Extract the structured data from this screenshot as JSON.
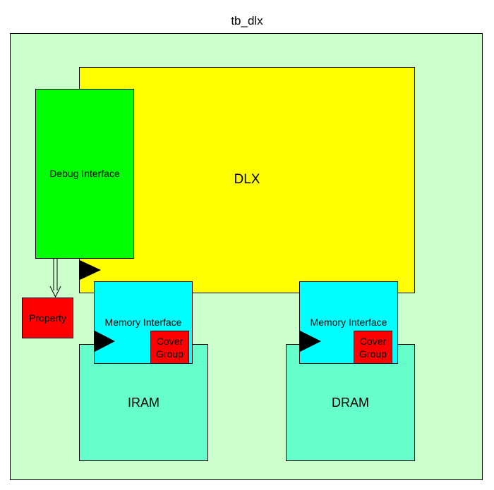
{
  "title": "tb_dlx",
  "blocks": {
    "dlx": "DLX",
    "debug": "Debug Interface",
    "property": "Property",
    "iram": "IRAM",
    "dram": "DRAM",
    "mem_iface_left": "Memory Interface",
    "mem_iface_right": "Memory Interface",
    "cover_left": "Cover Group",
    "cover_right": "Cover Group"
  },
  "colors": {
    "testbench_bg": "#ccffcc",
    "dlx": "#ffff00",
    "debug": "#00ff00",
    "memory": "#66ffcc",
    "memory_interface": "#00ffff",
    "cover_group": "#ff0000",
    "property": "#ff0000"
  }
}
